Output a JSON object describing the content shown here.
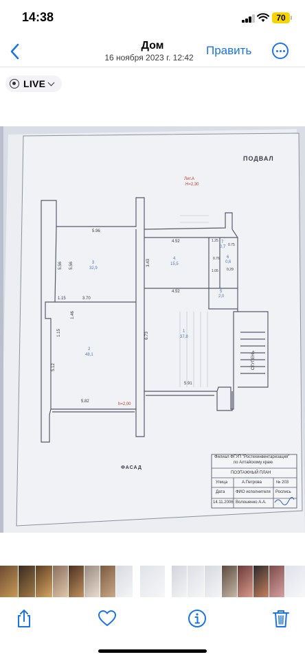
{
  "status_bar": {
    "time": "14:38",
    "battery": "70",
    "icons": [
      "signal-icon",
      "wifi-icon",
      "battery-icon"
    ]
  },
  "nav": {
    "title": "Дом",
    "subtitle": "16 ноября 2023 г.  12:42",
    "edit_label": "Править",
    "back_icon": "chevron-left-icon",
    "more_icon": "more-icon"
  },
  "live_badge": {
    "label": "LIVE"
  },
  "photo": {
    "floor_title": "ПОДВАЛ",
    "lit": "Лит.А",
    "height_total": "Н=2,30",
    "facade": "ФАСАД",
    "stairs": "СТУПЕНЬ",
    "rooms": [
      {
        "num": "3",
        "area": "32,9"
      },
      {
        "num": "4",
        "area": "15,5"
      },
      {
        "num": "2",
        "area": "48,1"
      },
      {
        "num": "1",
        "area": "37,8"
      },
      {
        "num": "7",
        "area": "0,7"
      },
      {
        "num": "6",
        "area": "0,6"
      },
      {
        "num": "5",
        "area": "2,0"
      }
    ],
    "dimensions": [
      "5.96",
      "5.56",
      "5.56",
      "1.15",
      "3.70",
      "1.46",
      "1.15",
      "5.12",
      "5.82",
      "4.52",
      "3.43",
      "4.52",
      "6.73",
      "5.91",
      "1.25",
      "0.75",
      "0.76",
      "1.05",
      "0.29"
    ],
    "height_note": "h=2,00",
    "stamp": {
      "org_line1": "Филиал ФГУП \"Ростехинвентаризация\"",
      "org_line2": "по Алтайскому краю",
      "plan_title": "ПОЭТАЖНЫЙ ПЛАН",
      "street_label": "Улица",
      "street_value": "А.Петрова",
      "number_value": "№ 203",
      "date_label": "Дата",
      "executor_label": "ФИО исполнителя",
      "signature_label": "Роспись",
      "date_value": "14.11.2006",
      "executor_value": "Волошенко А.А."
    }
  },
  "toolbar": {
    "share_icon": "share-icon",
    "favorite_icon": "heart-icon",
    "info_icon": "info-icon",
    "delete_icon": "trash-icon"
  },
  "colors": {
    "accent": "#1a73e8",
    "battery": "#f5d400",
    "paper": "#e9ebef"
  }
}
